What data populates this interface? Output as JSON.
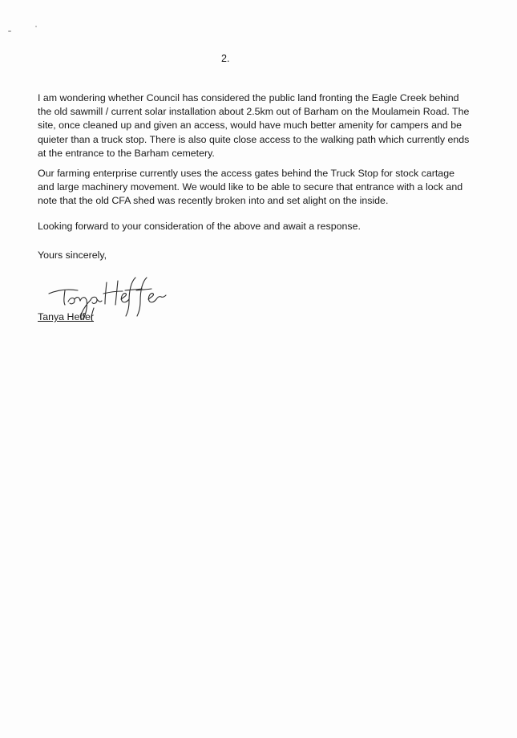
{
  "page_number": "2.",
  "paragraphs": [
    "I am wondering whether Council has considered the public land fronting the Eagle Creek behind the old sawmill / current solar installation about 2.5km out of Barham on the Moulamein Road.  The site, once cleaned up and given an access, would have much better amenity for campers and be quieter than a truck stop.  There is also quite close access to the walking path which currently ends at the entrance to the Barham cemetery.",
    "Our farming enterprise currently uses the access gates behind the Truck Stop for stock cartage and large machinery movement.  We would like to be able to secure that entrance with a lock and note that the old CFA shed was recently broken into and set alight on the inside.",
    "Looking forward to your consideration of the above and await a response."
  ],
  "closing": "Yours sincerely,",
  "signature_text": "Tanya Heffer",
  "signer_name": "Tanya Heffer",
  "colors": {
    "ink": "#1a1a1a",
    "signature_ink": "#2a2a2a",
    "paper": "#fdfdfd"
  }
}
